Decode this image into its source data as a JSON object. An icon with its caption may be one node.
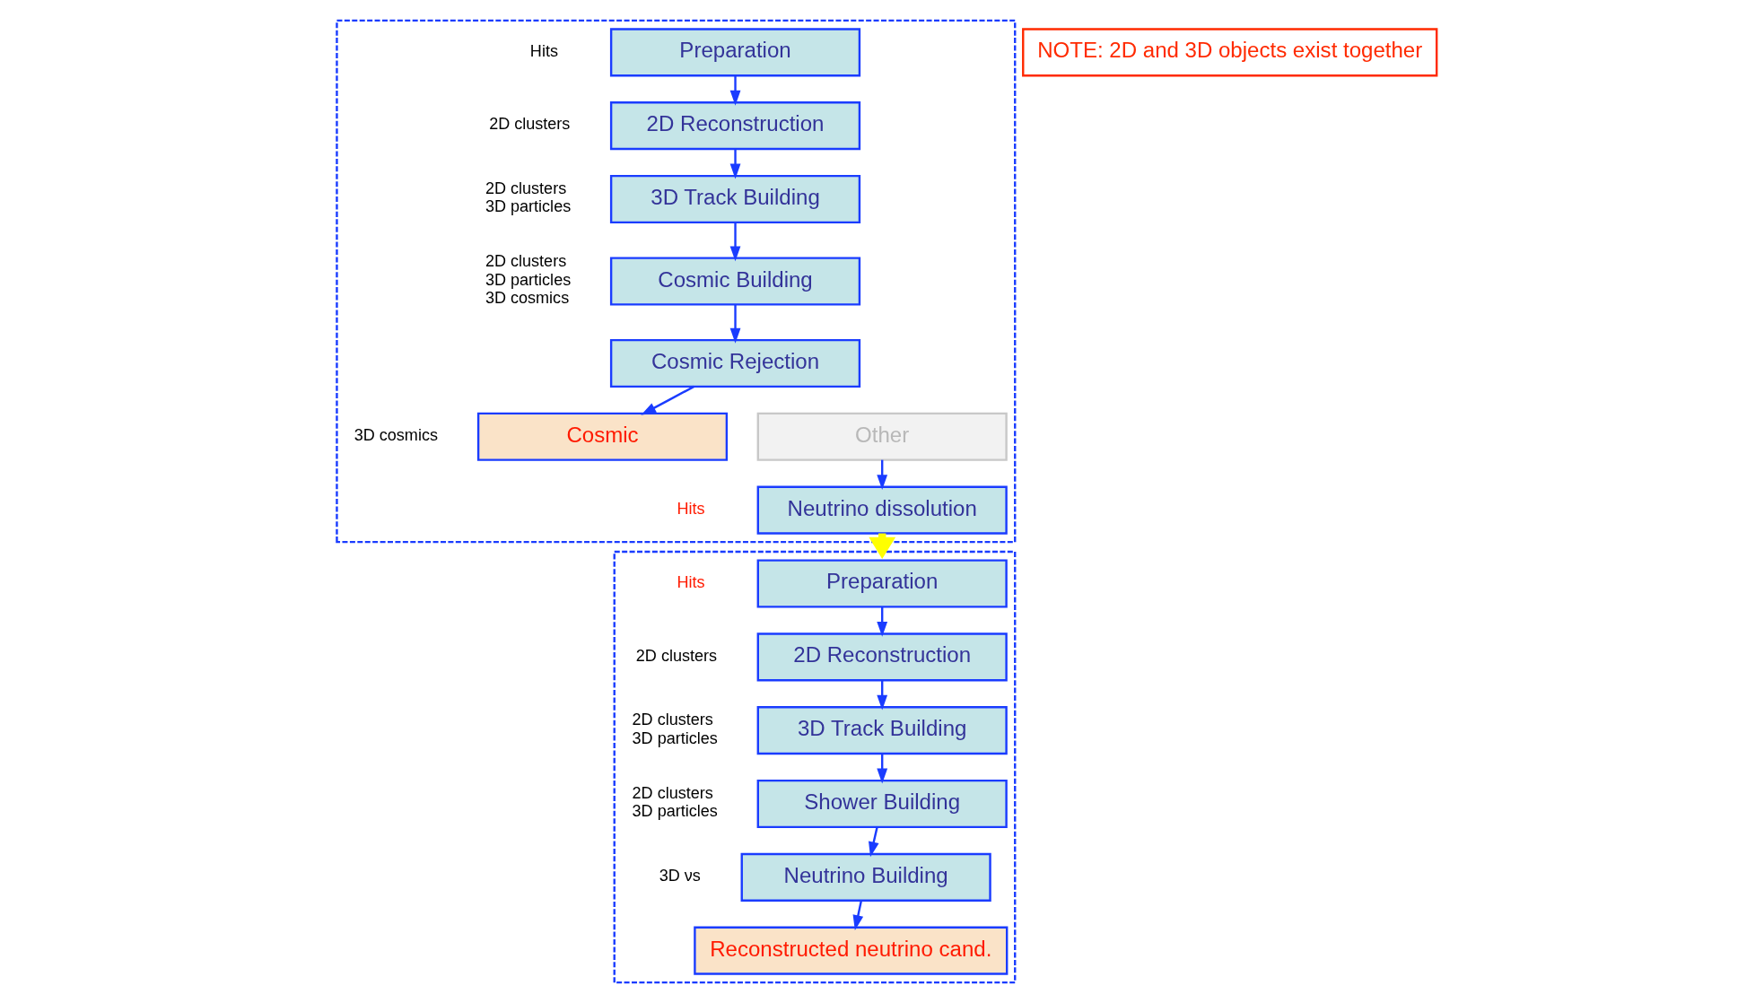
{
  "diagram": {
    "nodes": [
      {
        "text": [],
        "shape": "box"
      },
      {
        "text": [
          "Preparation"
        ],
        "in": 0,
        "beside": [
          "Hits"
        ]
      },
      {
        "text": [
          "2D Reconstruction"
        ],
        "in": 0,
        "beside": [
          "2D clusters"
        ]
      },
      {
        "text": [
          "3D Track Building"
        ],
        "in": 0,
        "beside": [
          "2D clusters",
          "3D particles"
        ]
      },
      {
        "text": [
          "Cosmic Building"
        ],
        "in": 0,
        "beside": [
          "2D clusters",
          "3D particles",
          "3D cosmics"
        ]
      },
      {
        "text": [
          "Cosmic Rejection"
        ],
        "in": 0
      },
      {
        "text": [
          "Cosmic"
        ],
        "in": 0,
        "beside": [
          "3D cosmics"
        ]
      },
      {
        "text": [
          "Other"
        ],
        "in": 0
      },
      {
        "text": [
          "Neutrino dissolution"
        ],
        "in": 0,
        "beside": [
          "Hits"
        ]
      },
      {
        "text": [],
        "shape": "box"
      },
      {
        "text": [
          "Preparation"
        ],
        "in": 9,
        "beside": [
          "Hits"
        ]
      },
      {
        "text": [
          "2D Reconstruction"
        ],
        "in": 9,
        "beside": [
          "2D clusters"
        ]
      },
      {
        "text": [
          "3D Track Building"
        ],
        "in": 9,
        "beside": [
          "2D clusters",
          "3D particles"
        ]
      },
      {
        "text": [
          "Shower Building"
        ],
        "in": 9,
        "beside": [
          "2D clusters",
          "3D particles"
        ]
      },
      {
        "text": [
          "Neutrino Building"
        ],
        "in": 9,
        "beside": [
          "3D νs"
        ]
      },
      {
        "text": [
          "Reconstructed neutrino cand."
        ],
        "in": 9
      },
      {
        "text": [
          "NOTE: 2D and 3D objects exist together"
        ]
      }
    ],
    "edges": [
      {
        "from": 1,
        "to": 2,
        "arrow": "to"
      },
      {
        "from": 2,
        "to": 3,
        "arrow": "to"
      },
      {
        "from": 3,
        "to": 4,
        "arrow": "to"
      },
      {
        "from": 4,
        "to": 5,
        "arrow": "to"
      },
      {
        "from": 5,
        "to": 6,
        "arrow": "to"
      },
      {
        "from": 7,
        "to": 8,
        "arrow": "to"
      },
      {
        "from": 8,
        "to": 9,
        "arrow": "to",
        "style": "thick",
        "color": "#ffff00"
      },
      {
        "from": 10,
        "to": 11,
        "arrow": "to"
      },
      {
        "from": 11,
        "to": 12,
        "arrow": "to"
      },
      {
        "from": 12,
        "to": 13,
        "arrow": "to"
      },
      {
        "from": 13,
        "to": 14,
        "arrow": "to"
      },
      {
        "from": 14,
        "to": 15,
        "arrow": "to"
      }
    ]
  }
}
